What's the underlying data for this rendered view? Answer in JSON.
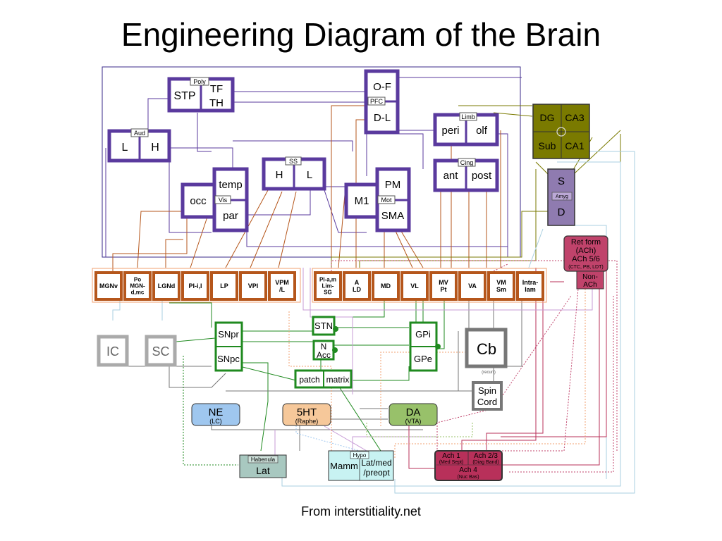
{
  "slide": {
    "title": "Engineering Diagram of the Brain",
    "credit": "From interstitiality.net"
  },
  "colors": {
    "cortex": "#5a3a9e",
    "thalamus": "#b5561b",
    "basal_ganglia": "#1f8a1f",
    "hippocampus": "#7a7a00",
    "amygdala": "#8f7bb0",
    "reticular": "#c0436b",
    "ne": "#9fc7ef",
    "serotonin": "#f6c89a",
    "dopamine": "#98c16a",
    "acetylcholine": "#b8305a",
    "habenula": "#a8c8c0",
    "hypothalamus": "#c8f2f2",
    "cerebellum": "#777777"
  },
  "cortex": {
    "poly": {
      "tag": "Poly",
      "stp": "STP",
      "tf": "TF",
      "th": "TH"
    },
    "aud": {
      "tag": "Aud",
      "l": "L",
      "h": "H"
    },
    "pfc": {
      "tag": "PFC",
      "of": "O-F",
      "dl": "D-L"
    },
    "limb": {
      "tag": "Limb",
      "peri": "peri",
      "olf": "olf"
    },
    "cing": {
      "tag": "Cing",
      "ant": "ant",
      "post": "post"
    },
    "vis": {
      "tag": "Vis",
      "occ": "occ",
      "temp": "temp",
      "par": "par"
    },
    "ss": {
      "tag": "SS",
      "h": "H",
      "l": "L"
    },
    "mot": {
      "tag": "Mot",
      "m1": "M1",
      "pm": "PM",
      "sma": "SMA"
    }
  },
  "hippocampus": {
    "dg": "DG",
    "ca3": "CA3",
    "sub": "Sub",
    "ca1": "CA1"
  },
  "amygdala": {
    "tag": "Amyg",
    "s": "S",
    "d": "D"
  },
  "reticular": {
    "line1": "Ret form",
    "line2": "(ACh)",
    "line3": "ACh 5/6",
    "sub": "(CTC, PB, LDT)",
    "nonach": [
      "Non-",
      "ACh"
    ]
  },
  "thalamus_left": [
    {
      "lines": [
        "MGNv"
      ]
    },
    {
      "lines": [
        "Po",
        "MGN-",
        "d,mc"
      ]
    },
    {
      "lines": [
        "LGNd"
      ]
    },
    {
      "lines": [
        "Pl-i,l"
      ]
    },
    {
      "lines": [
        "LP"
      ]
    },
    {
      "lines": [
        "VPl"
      ]
    },
    {
      "lines": [
        "VPM",
        "/L"
      ]
    }
  ],
  "thalamus_right": [
    {
      "lines": [
        "Pl-a,m",
        "Lim-",
        "SG"
      ]
    },
    {
      "lines": [
        "A",
        "LD"
      ]
    },
    {
      "lines": [
        "MD"
      ]
    },
    {
      "lines": [
        "VL"
      ]
    },
    {
      "lines": [
        "MV",
        "Pt"
      ]
    },
    {
      "lines": [
        "VA"
      ]
    },
    {
      "lines": [
        "VM",
        "Sm"
      ]
    },
    {
      "lines": [
        "Intra-",
        "lam"
      ]
    }
  ],
  "midbrain": {
    "ic": "IC",
    "sc": "SC"
  },
  "basal_ganglia": {
    "snpr": "SNpr",
    "snpc": "SNpc",
    "stn": "STN",
    "nacc": [
      "N",
      "Acc"
    ],
    "gpi": "GPi",
    "gpe": "GPe",
    "patch": "patch",
    "matrix": "matrix"
  },
  "cerebellum": {
    "cb": "Cb",
    "note": "(recurr)",
    "spinal": [
      "Spin",
      "Cord"
    ]
  },
  "neuromodulators": {
    "ne": {
      "name": "NE",
      "sub": "(LC)"
    },
    "ht": {
      "name": "5HT",
      "sub": "(Raphe)"
    },
    "da": {
      "name": "DA",
      "sub": "(VTA)"
    }
  },
  "habenula": {
    "tag": "Habenula",
    "lat": "Lat"
  },
  "hypothalamus": {
    "tag": "Hypo",
    "mamm": "Mamm",
    "latmed": [
      "Lat/med",
      "/preopt"
    ]
  },
  "basal_forebrain": {
    "ach1": "Ach 1",
    "ach23": "Ach 2/3",
    "medsept": "(Med Sept)",
    "diagband": "(Diag Band)",
    "ach4": "Ach 4",
    "nucbas": "(Nuc Bas)"
  }
}
